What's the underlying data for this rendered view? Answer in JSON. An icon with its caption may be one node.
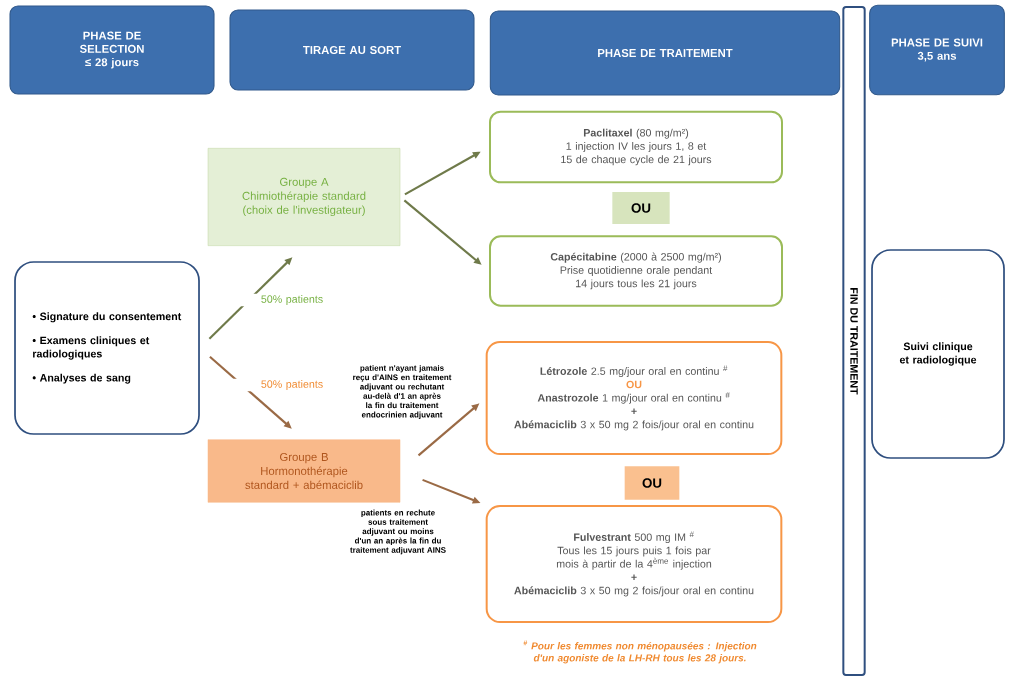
{
  "diagram": {
    "nodes": [
      {
        "text": [
          "PHASE DE SELECTION",
          "≤ 28 jours"
        ]
      },
      {
        "text": [
          "TIRAGE AU SORT"
        ]
      },
      {
        "text": [
          "PHASE DE TRAITEMENT"
        ]
      },
      {
        "text": [
          "PHASE DE SUIVI",
          "3,5 ans"
        ]
      },
      {
        "text": [
          "• Signature du consentement",
          "• Examens cliniques et radiologiques",
          "• Analyses de sang"
        ]
      },
      {
        "text": [
          "Groupe A",
          "Chimiothérapie standard (choix de l'investigateur)"
        ]
      },
      {
        "text": [
          "Groupe B",
          "Hormonothérapie standard + abémaciclib"
        ]
      },
      {
        "text": [
          "**Paclitaxel** (80 mg/m²)",
          "1 injection IV les jours 1, 8 et 15 de chaque cycle de 21 jours"
        ]
      },
      {
        "text": [
          "OU"
        ]
      },
      {
        "text": [
          "**Capécitabine** (2000 à 2500 mg/m²)",
          "Prise quotidienne orale pendant 14 jours tous les 21 jours"
        ]
      },
      {
        "text": [
          "**Létrozole** 2.5 mg/jour oral en continu $^{#}$",
          "OU",
          "**Anastrozole** 1 mg/jour oral en continu $^{#}$",
          "+",
          "**Abémaciclib** 3 x 50 mg 2 fois/jour oral en continu"
        ]
      },
      {
        "text": [
          "OU"
        ]
      },
      {
        "text": [
          "**Fulvestrant** 500 mg IM $^{#}$",
          "Tous les 15 jours puis 1 fois par mois à partir de la 4$^{ème}$ injection",
          "+",
          "**Abémaciclib** 3 x 50 mg 2 fois/jour oral en continu"
        ]
      },
      {
        "text": [
          "FIN DU TRAITEMENT"
        ]
      },
      {
        "text": [
          "Suivi clinique et radiologique"
        ]
      }
    ],
    "edges": [
      {
        "from": 4,
        "to": 5,
        "arrow": "to",
        "label": "50% patients",
        "color": "#6f7a4a"
      },
      {
        "from": 4,
        "to": 6,
        "arrow": "to",
        "label": "50% patients",
        "color": "#9a6a45"
      },
      {
        "from": 5,
        "to": 7,
        "arrow": "to",
        "color": "#6f7a4a"
      },
      {
        "from": 5,
        "to": 9,
        "arrow": "to",
        "color": "#6f7a4a"
      },
      {
        "from": 6,
        "to": 10,
        "arrow": "to",
        "label": "patient n'ayant jamais reçu d'AINS en traitement adjuvant ou rechutant au-delà d'1 an après la fin du traitement endocrinien adjuvant",
        "color": "#9a6a45"
      },
      {
        "from": 6,
        "to": 12,
        "arrow": "to",
        "label": "patients en rechute sous traitement adjuvant ou moins d'un an après la fin du traitement adjuvant AINS",
        "color": "#9a6a45"
      }
    ],
    "labels": [
      "$^{#}$ Pour les femmes non ménopausées : Injection d'un agoniste de la LH-RH tous les 28 jours."
    ]
  }
}
